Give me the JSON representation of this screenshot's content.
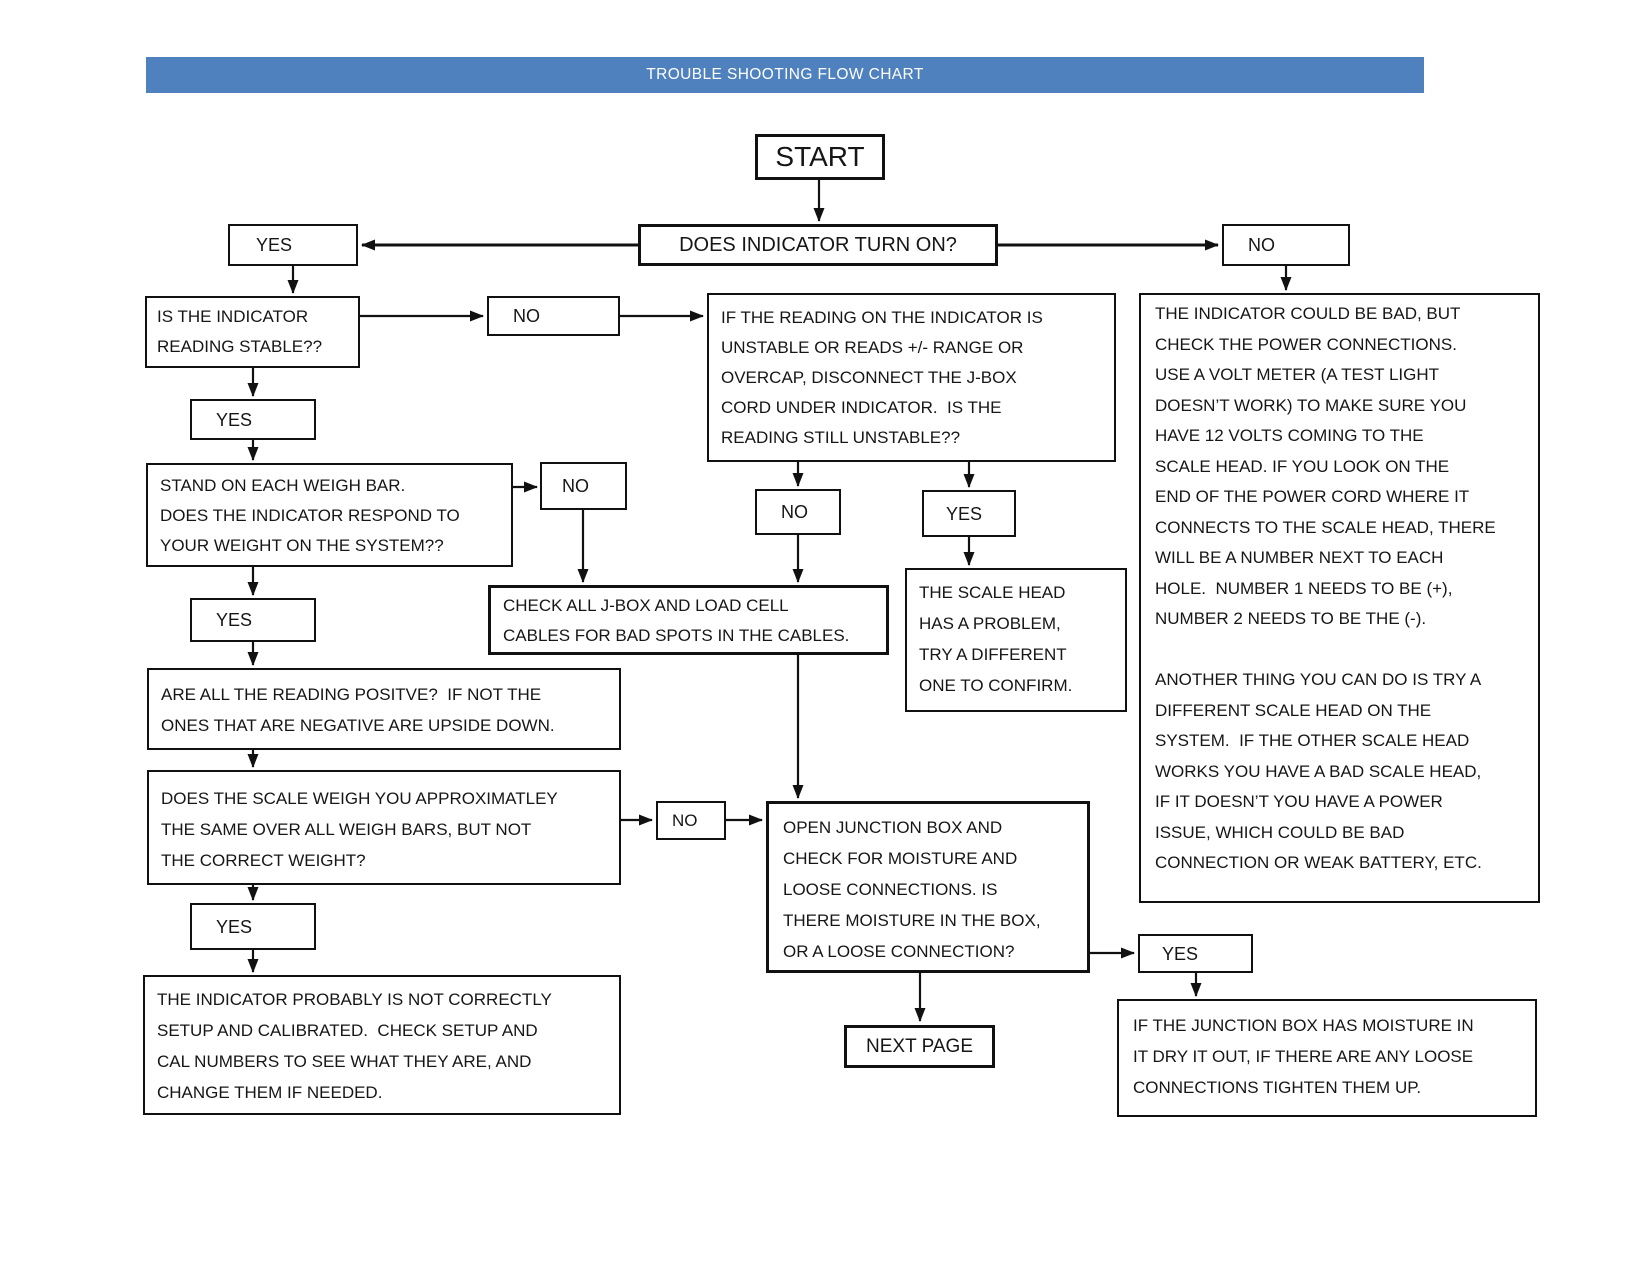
{
  "header": {
    "title": "TROUBLE SHOOTING FLOW CHART",
    "bg_color": "#4E81BD",
    "text_color": "#FFFFFF"
  },
  "nodes": {
    "start": "START",
    "turn_on": "DOES INDICATOR TURN ON?",
    "yes1": "YES",
    "no1": "NO",
    "stable": "IS THE INDICATOR\nREADING STABLE??",
    "no2": "NO",
    "unstable": "IF THE READING ON THE INDICATOR IS\nUNSTABLE OR READS +/- RANGE OR\nOVERCAP, DISCONNECT THE J-BOX\nCORD UNDER INDICATOR.  IS THE\nREADING STILL UNSTABLE??",
    "yes2": "YES",
    "weigh_bar": "STAND ON EACH WEIGH BAR.\nDOES THE INDICATOR RESPOND TO\nYOUR WEIGHT ON THE SYSTEM??",
    "no3": "NO",
    "no4": "NO",
    "yes3": "YES",
    "check_cables": "CHECK ALL J-BOX AND LOAD CELL\nCABLES FOR BAD SPOTS IN THE CABLES.",
    "scale_head": "THE SCALE HEAD\nHAS A PROBLEM,\nTRY A DIFFERENT\nONE TO CONFIRM.",
    "yes4": "YES",
    "positive": "ARE ALL THE READING POSITVE?  IF NOT THE\nONES THAT ARE NEGATIVE ARE UPSIDE DOWN.",
    "weight": "DOES THE SCALE WEIGH YOU APPROXIMATLEY\nTHE SAME OVER ALL WEIGH BARS, BUT NOT\nTHE CORRECT WEIGHT?",
    "no5": "NO",
    "open_jbox": "OPEN JUNCTION BOX AND\nCHECK FOR MOISTURE AND\nLOOSE CONNECTIONS. IS\nTHERE MOISTURE IN THE BOX,\nOR A LOOSE CONNECTION?",
    "yes5": "YES",
    "setup_cal": "THE INDICATOR PROBABLY IS NOT CORRECTLY\nSETUP AND CALIBRATED.  CHECK SETUP AND\nCAL NUMBERS TO SEE WHAT THEY ARE, AND\nCHANGE THEM IF NEEDED.",
    "next_page": "NEXT PAGE",
    "yes6": "YES",
    "power_check": "THE INDICATOR COULD BE BAD, BUT\nCHECK THE POWER CONNECTIONS.\nUSE A VOLT METER (A TEST LIGHT\nDOESN’T WORK) TO MAKE SURE YOU\nHAVE 12 VOLTS COMING TO THE\nSCALE HEAD. IF YOU LOOK ON THE\nEND OF THE POWER CORD WHERE IT\nCONNECTS TO THE SCALE HEAD, THERE\nWILL BE A NUMBER NEXT TO EACH\nHOLE.  NUMBER 1 NEEDS TO BE (+),\nNUMBER 2 NEEDS TO BE THE (-).\n\nANOTHER THING YOU CAN DO IS TRY A\nDIFFERENT SCALE HEAD ON THE\nSYSTEM.  IF THE OTHER SCALE HEAD\nWORKS YOU HAVE A BAD SCALE HEAD,\nIF IT DOESN’T YOU HAVE A POWER\nISSUE, WHICH COULD BE BAD\nCONNECTION OR WEAK BATTERY, ETC.",
    "moisture_fix": "IF THE JUNCTION BOX HAS MOISTURE IN\nIT DRY IT OUT, IF THERE ARE ANY LOOSE\nCONNECTIONS TIGHTEN THEM UP."
  }
}
